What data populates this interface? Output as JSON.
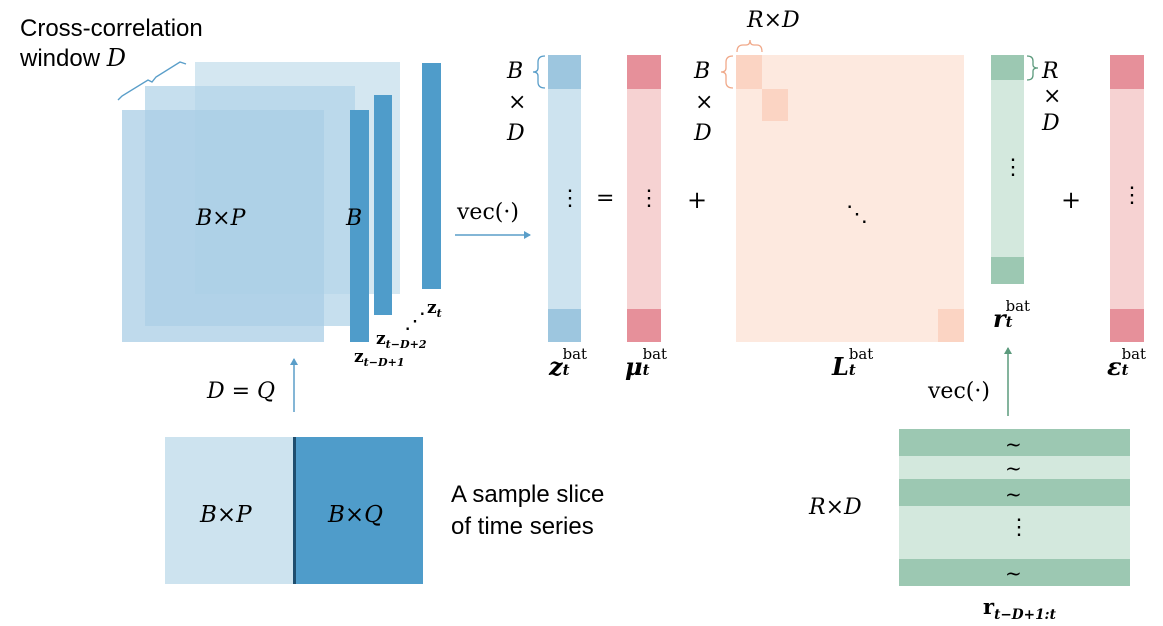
{
  "colors": {
    "blue_light": "#cde3ef",
    "blue_mid": "#9dc6df",
    "blue_dark": "#4f9cca",
    "pink_light": "#f6d2d2",
    "pink_dark": "#e6909a",
    "peach_light": "#fde9df",
    "peach_dark": "#fbd4c3",
    "green_light": "#d3e8dd",
    "green_dark": "#9cc8b2",
    "arrow": "#5a9ec9"
  },
  "labels": {
    "cross_correlation_line1": "Cross-correlation",
    "cross_correlation_line2": "window",
    "window_var": "D",
    "b_times_p": "B×P",
    "b": "B",
    "z": "z",
    "z_t_sub": "t",
    "z_t2_sub": "t−D+2",
    "z_t1_sub": "t−D+1",
    "ellipsis_diag": "⋰",
    "vec_left": "vec(·)",
    "vec_right": "vec(·)",
    "d_eq_q": "D = Q",
    "slice_left": "B×P",
    "slice_right": "B×Q",
    "sample_slice_line1": "A sample slice",
    "sample_slice_line2": "of time series",
    "b_label": "B",
    "times": "×",
    "d_label": "D",
    "r_label": "R",
    "r_times_d_top": "R×D",
    "r_times_d_bottom": "R×D",
    "equals": "=",
    "plus1": "+",
    "plus2": "+",
    "vdots": "⋮",
    "ddots": "⋱",
    "tilde": "~",
    "sup_bat": "bat",
    "sub_t": "t",
    "z_bat": "z",
    "mu_bat": "μ",
    "l_bat": "L",
    "r_bat": "r",
    "eps_bat": "ε",
    "r_seq": "r",
    "r_seq_sub": "t−D+1:t"
  }
}
